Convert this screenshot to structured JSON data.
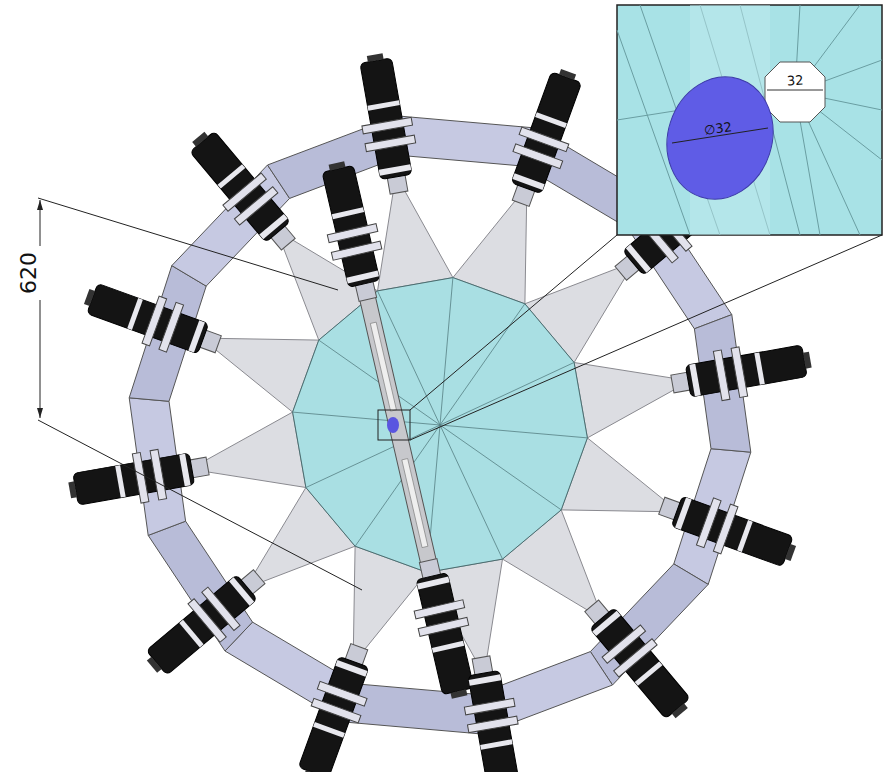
{
  "diagram": {
    "labels": [
      "620",
      "32",
      "∅32"
    ]
  }
}
